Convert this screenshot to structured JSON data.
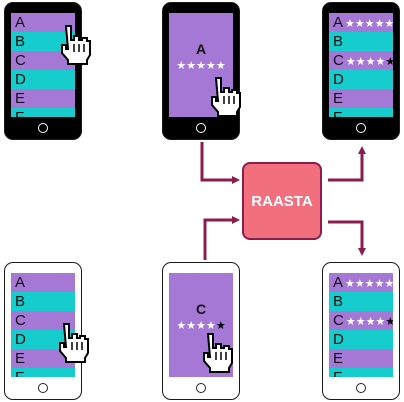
{
  "rows": [
    "A",
    "B",
    "C",
    "D",
    "E",
    "F"
  ],
  "detail_top_letter": "A",
  "detail_bottom_letter": "C",
  "center_label": "RAASTA",
  "ratings": {
    "A": 5,
    "C": 4,
    "max": 5
  },
  "colors": {
    "row_odd": "#a678d6",
    "row_even": "#16cccc",
    "box_fill": "#f2707e",
    "arrow": "#8b1c4e"
  },
  "icons": {
    "pointer": "hand-pointer-icon",
    "star": "star-icon",
    "home": "home-button-icon"
  }
}
